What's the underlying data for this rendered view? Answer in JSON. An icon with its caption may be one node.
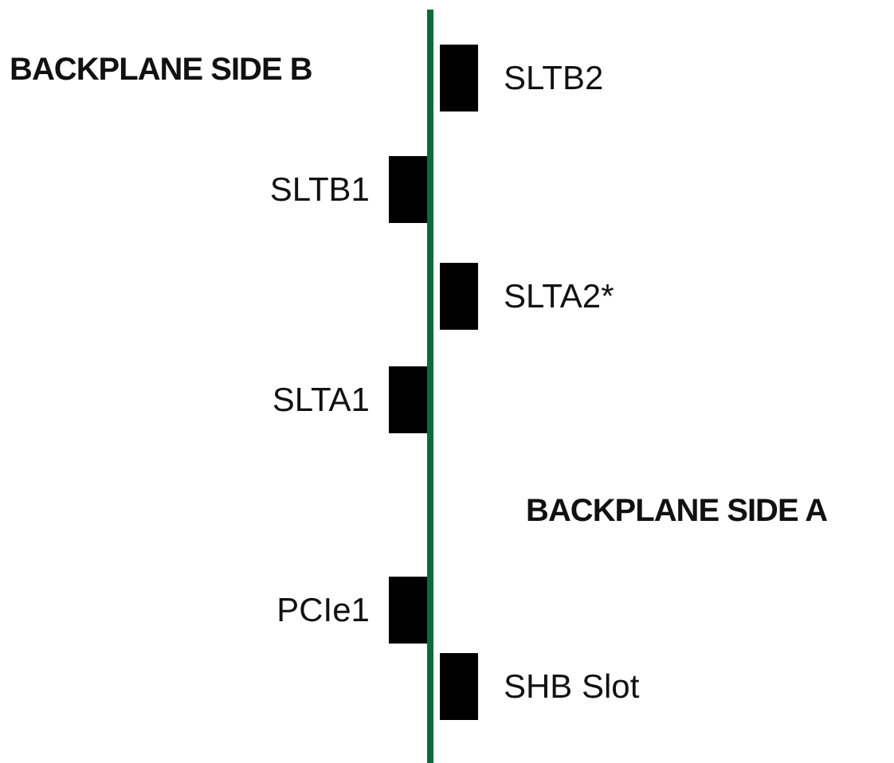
{
  "diagram": {
    "nodes": [
      {
        "text": [
          "SLTB2"
        ]
      },
      {
        "text": [
          "SLTB1"
        ]
      },
      {
        "text": [
          "SLTA2*"
        ]
      },
      {
        "text": [
          "SLTA1"
        ]
      },
      {
        "text": [
          "PCIe1"
        ]
      },
      {
        "text": [
          "SHB Slot"
        ]
      }
    ],
    "labels": [
      "BACKPLANE SIDE B",
      "BACKPLANE SIDE A"
    ]
  }
}
